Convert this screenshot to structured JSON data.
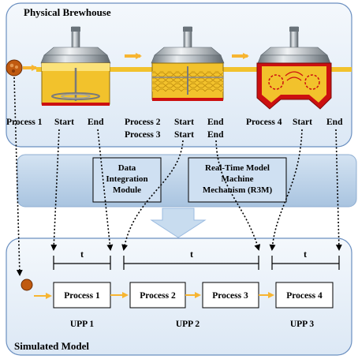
{
  "physical": {
    "title": "Physical Brewhouse",
    "labels": {
      "process1": "Process 1",
      "start1": "Start",
      "end1": "End",
      "process2": "Process 2",
      "process3": "Process 3",
      "start2": "Start",
      "start3": "Start",
      "end2": "End",
      "end3": "End",
      "process4": "Process 4",
      "start4": "Start",
      "end4": "End"
    }
  },
  "middle": {
    "data_integration": [
      "Data",
      "Integration",
      "Module"
    ],
    "r3m": [
      "Real-Time Model",
      "Machine",
      "Mechanism (R3M)"
    ]
  },
  "simulated": {
    "title": "Simulated Model",
    "processes": [
      "Process 1",
      "Process 2",
      "Process 3",
      "Process 4"
    ],
    "upps": [
      "UPP 1",
      "UPP 2",
      "UPP 3"
    ],
    "interval_labels": [
      "t",
      "t",
      "t"
    ]
  },
  "colors": {
    "panel_fill": "#e8f0f9",
    "panel_stroke": "#6a8fc0",
    "middle_band": "#bdd3ea",
    "flow_arrow": "#f7b531",
    "arrow_block": "#c8dcef",
    "mash_yellow": "#f2c22c",
    "kettle_red": "#cc1010",
    "steel": "#9aa3aa",
    "grain_ball": "#c05a10"
  },
  "icons": [
    "grain-ball-icon",
    "mash-tun-icon",
    "lauter-tun-icon",
    "wort-kettle-icon"
  ]
}
